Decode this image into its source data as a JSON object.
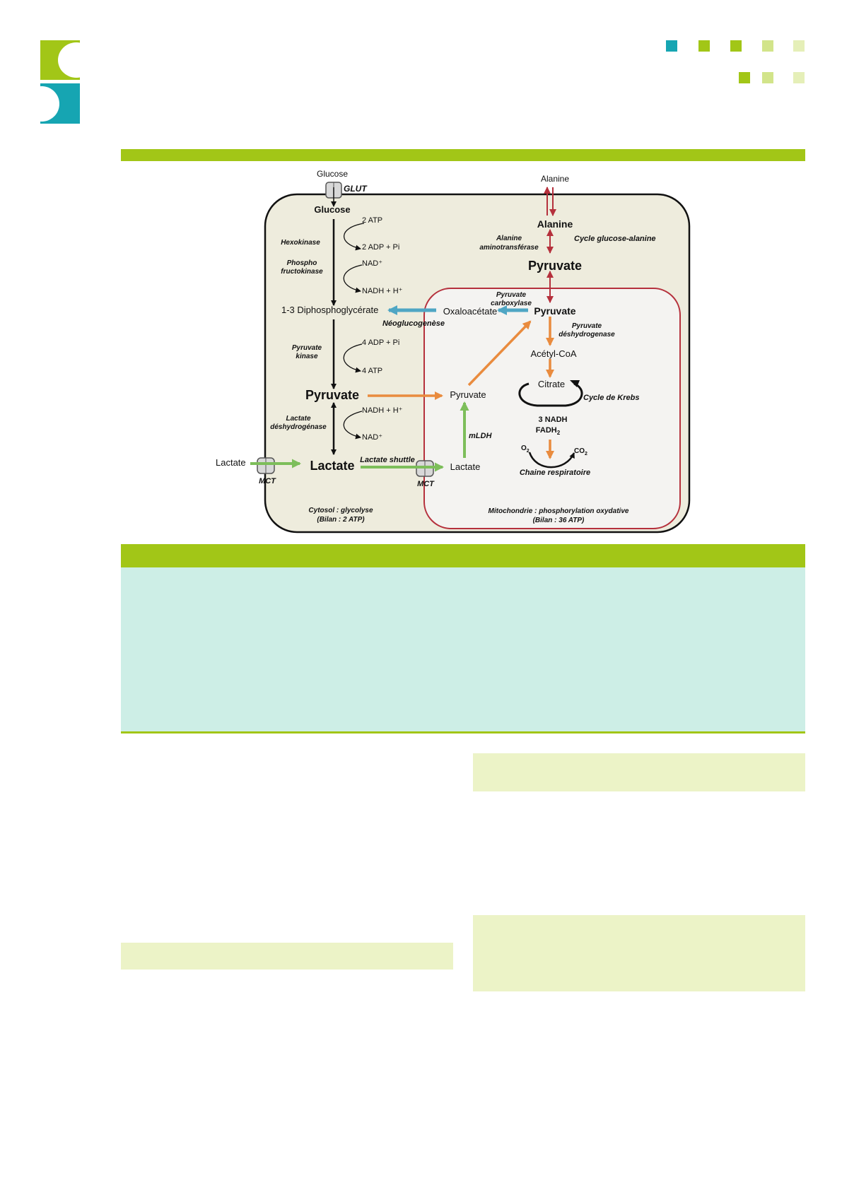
{
  "colors": {
    "brand_green": "#a2c617",
    "brand_teal": "#16a5b2",
    "pale_green": "#ecf3c7",
    "callout_teal": "#cdeee6",
    "cytosol_fill": "#eeecdd",
    "mito_border": "#b5303c",
    "arrow_orange": "#e98b3e",
    "arrow_blue": "#4fa6c4",
    "arrow_green": "#7dbe5a",
    "arrow_red": "#b5303c"
  },
  "diagram": {
    "glucose_out": "Glucose",
    "glut": "GLUT",
    "glucose_in": "Glucose",
    "hexokinase": "Hexokinase",
    "atp2": "2 ATP",
    "adp2": "2 ADP + Pi",
    "phospho": [
      "Phospho",
      "fructokinase"
    ],
    "nad1": "NAD⁺",
    "nadh1": "NADH + H⁺",
    "dpg": "1-3 Diphosphoglycérate",
    "pk": [
      "Pyruvate",
      "kinase"
    ],
    "adp4": "4 ADP + Pi",
    "atp4": "4 ATP",
    "pyruvate_cyto": "Pyruvate",
    "nadh2": "NADH + H⁺",
    "nad2": "NAD⁺",
    "ldh": [
      "Lactate",
      "déshydrogénase"
    ],
    "lactate_out": "Lactate",
    "mct1": "MCT",
    "lactate_cyto": "Lactate",
    "lactate_shuttle": "Lactate shuttle",
    "mct2": "MCT",
    "lactate_mito": "Lactate",
    "cytosol": [
      "Cytosol : glycolyse",
      "(Bilan : 2 ATP)"
    ],
    "alanine_out": "Alanine",
    "alanine_in": "Alanine",
    "ala_at": [
      "Alanine",
      "aminotransférase"
    ],
    "cycle_ga": "Cycle glucose-alanine",
    "pyruvate_top": "Pyruvate",
    "pc": [
      "Pyruvate",
      "carboxylase"
    ],
    "oxaloacetate": "Oxaloacétate",
    "pyruvate_mito": "Pyruvate",
    "neoglucogenese": "Néoglucogenèse",
    "pdh": [
      "Pyruvate",
      "déshydrogenase"
    ],
    "acetylcoa": "Acétyl-CoA",
    "citrate": "Citrate",
    "krebs": "Cycle de Krebs",
    "pyruvate_mito2": "Pyruvate",
    "mldh": "mLDH",
    "nadh3": "3 NADH",
    "fadh2": "FADH",
    "fadh2_sub": "2",
    "o2": "O",
    "o2_sub": "2",
    "co2": "CO",
    "co2_sub": "2",
    "chaine": "Chaine respiratoire",
    "mito": [
      "Mitochondrie : phosphorylation oxydative",
      "(Bilan : 36 ATP)"
    ]
  }
}
